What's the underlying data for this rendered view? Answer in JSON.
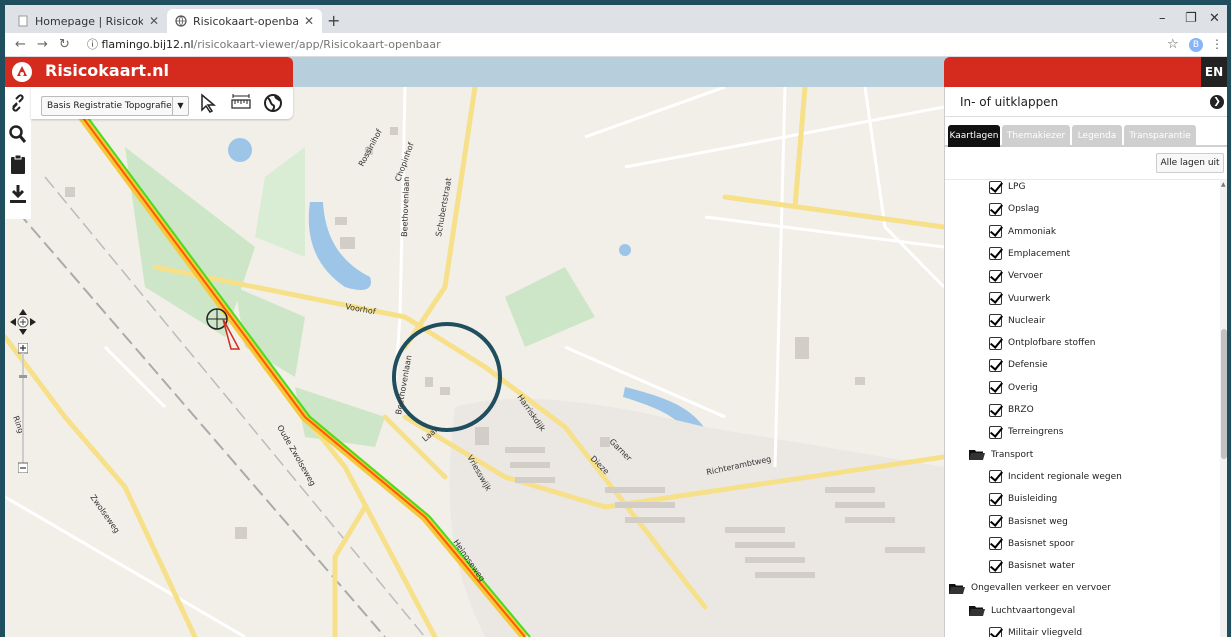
{
  "browser": {
    "tabs": [
      {
        "title": "Homepage | Risicokaart"
      },
      {
        "title": "Risicokaart-openbaar"
      }
    ],
    "url_domain": "flamingo.bij12.nl",
    "url_path": "/risicokaart-viewer/app/Risicokaart-openbaar",
    "avatar_letter": "B"
  },
  "app": {
    "brand": "Risicokaart.nl",
    "language_button": "EN",
    "accent_color": "#d42b1e"
  },
  "toolbar": {
    "layer_select": "Basis Registratie Topografie"
  },
  "map": {
    "street_labels": [
      "Rossinihof",
      "Chopinhof",
      "Beethovenlaan",
      "Schubertstraat",
      "Voorhof",
      "Beethovenlaan",
      "Harriskdijk",
      "Garner",
      "Dieze",
      "Richterambtweg",
      "Vriesswijk",
      "Oude Zwolseweg",
      "Heinoseweg",
      "Zwolseweg",
      "Ring"
    ]
  },
  "panel": {
    "toggle_label": "In- of uitklappen",
    "tabs": [
      "Kaartlagen",
      "Themakiezer",
      "Legenda",
      "Transparantie"
    ],
    "all_off_button": "Alle lagen uit",
    "tree": [
      {
        "type": "check",
        "label": "LPG",
        "level": 2
      },
      {
        "type": "check",
        "label": "Opslag",
        "level": 2
      },
      {
        "type": "check",
        "label": "Ammoniak",
        "level": 2
      },
      {
        "type": "check",
        "label": "Emplacement",
        "level": 2
      },
      {
        "type": "check",
        "label": "Vervoer",
        "level": 2
      },
      {
        "type": "check",
        "label": "Vuurwerk",
        "level": 2
      },
      {
        "type": "check",
        "label": "Nucleair",
        "level": 2
      },
      {
        "type": "check",
        "label": "Ontplofbare stoffen",
        "level": 2
      },
      {
        "type": "check",
        "label": "Defensie",
        "level": 2
      },
      {
        "type": "check",
        "label": "Overig",
        "level": 2
      },
      {
        "type": "check",
        "label": "BRZO",
        "level": 2
      },
      {
        "type": "check",
        "label": "Terreingrens",
        "level": 2
      },
      {
        "type": "folder",
        "label": "Transport",
        "level": 1
      },
      {
        "type": "check",
        "label": "Incident regionale wegen",
        "level": 2
      },
      {
        "type": "check",
        "label": "Buisleiding",
        "level": 2
      },
      {
        "type": "check",
        "label": "Basisnet weg",
        "level": 2
      },
      {
        "type": "check",
        "label": "Basisnet spoor",
        "level": 2
      },
      {
        "type": "check",
        "label": "Basisnet water",
        "level": 2
      },
      {
        "type": "folder",
        "label": "Ongevallen verkeer en vervoer",
        "level": 0
      },
      {
        "type": "folder",
        "label": "Luchtvaartongeval",
        "level": 1
      },
      {
        "type": "check",
        "label": "Militair vliegveld",
        "level": 2
      }
    ]
  }
}
